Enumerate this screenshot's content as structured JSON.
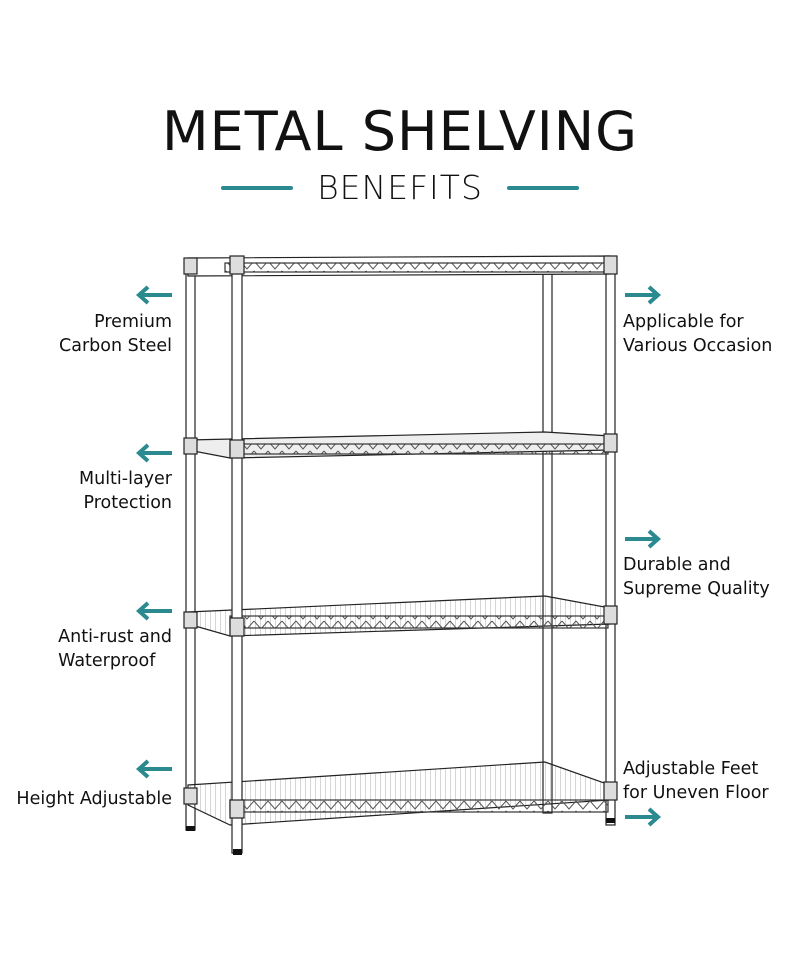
{
  "header": {
    "title": "METAL SHELVING",
    "subtitle": "BENEFITS",
    "accent_color": "#2a8a90"
  },
  "benefits_left": [
    {
      "line1": "Premium",
      "line2": "Carbon Steel",
      "arrow": "arrow-left-icon"
    },
    {
      "line1": "Multi-layer",
      "line2": "Protection",
      "arrow": "arrow-left-icon"
    },
    {
      "line1": "Anti-rust and",
      "line2": "Waterproof",
      "arrow": "arrow-left-icon"
    },
    {
      "line1": "Height Adjustable",
      "line2": "",
      "arrow": "arrow-left-icon"
    }
  ],
  "benefits_right": [
    {
      "line1": "Applicable for",
      "line2": "Various Occasion",
      "arrow": "arrow-right-icon"
    },
    {
      "line1": "Durable and",
      "line2": "Supreme Quality",
      "arrow": "arrow-right-icon"
    },
    {
      "line1": "Adjustable Feet",
      "line2": "for Uneven Floor",
      "arrow": "arrow-right-icon"
    }
  ],
  "product_image": {
    "name": "4-tier wire metal shelving unit",
    "tiers": 4
  }
}
